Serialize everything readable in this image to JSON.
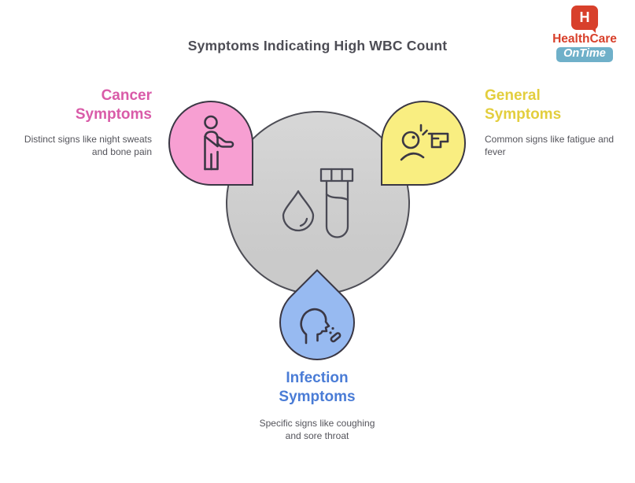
{
  "title": "Symptoms Indicating High WBC Count",
  "logo": {
    "mark_letter": "H",
    "name": "HealthCare",
    "badge": "OnTime",
    "brand_color": "#d8402b",
    "badge_color": "#6fb0c9"
  },
  "center": {
    "icon": "blood-sample-test-tube-icon",
    "fill": "#cdcdcd",
    "outline_color": "#4d4d55"
  },
  "sections": {
    "cancer": {
      "heading": "Cancer Symptoms",
      "description": "Distinct signs like night sweats and bone pain",
      "heading_color": "#d95ba8",
      "bubble_fill": "#f79fd2",
      "icon": "person-arm-sling-icon"
    },
    "general": {
      "heading": "General Symptoms",
      "description": "Common signs like fatigue and fever",
      "heading_color": "#e3ce3d",
      "bubble_fill": "#f9ee81",
      "icon": "fever-thermometer-face-icon"
    },
    "infection": {
      "heading": "Infection Symptoms",
      "description": "Specific signs like coughing and sore throat",
      "heading_color": "#4a7cd6",
      "bubble_fill": "#97baf1",
      "icon": "coughing-person-icon"
    }
  }
}
